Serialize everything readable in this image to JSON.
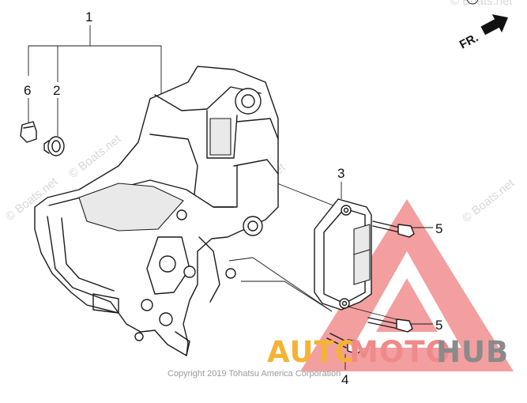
{
  "callouts": {
    "part_1": "1",
    "part_2": "2",
    "part_3": "3",
    "part_4": "4",
    "part_5_upper": "5",
    "part_5_lower": "5",
    "part_6": "6"
  },
  "direction_indicator": "FR.",
  "watermarks": [
    "© Boats.net",
    "© Boats.net",
    "© Boats.net",
    "© Boats.net",
    "© Boats.net"
  ],
  "copyright": "Copyright 2019 Tohatsu America Corporation",
  "brand_logo": {
    "part_a": "AUTO",
    "part_b": "MOTO",
    "part_c": "HUB",
    "colors": {
      "auto": "#f5b335",
      "moto": "#f08a8a",
      "hub": "#8a8a8a",
      "triangle": "#ef7f7f"
    }
  }
}
